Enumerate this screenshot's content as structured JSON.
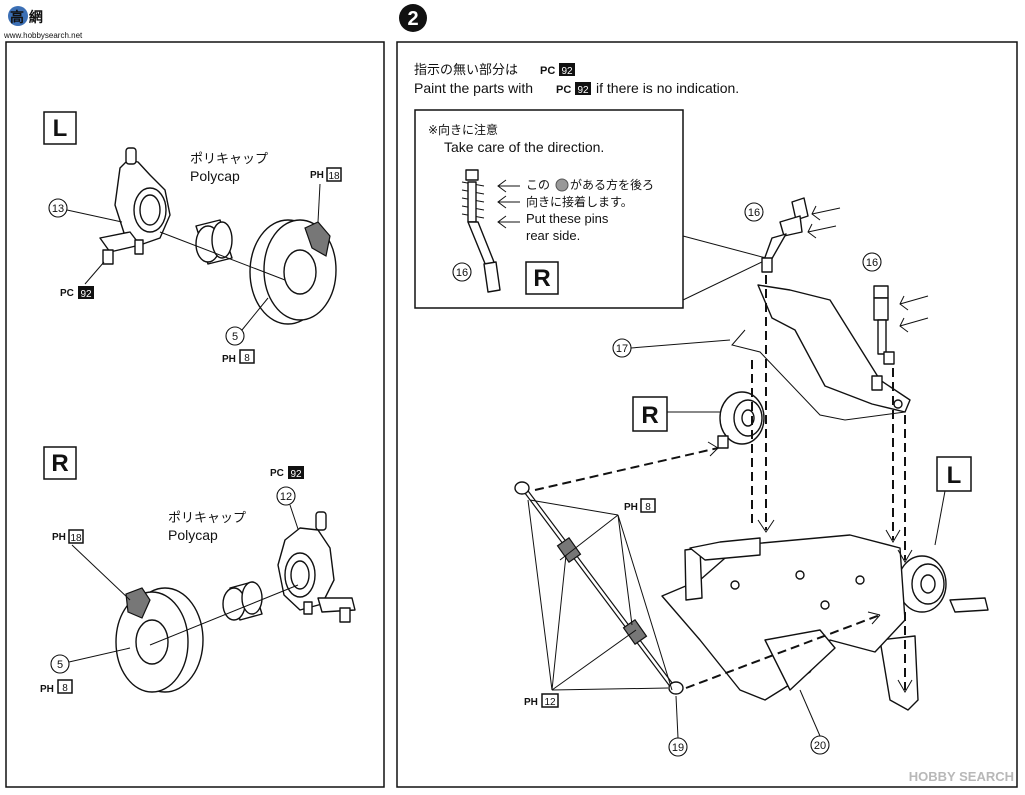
{
  "corner_logo": {
    "text": "高 網",
    "subtext": "www.hobbysearch.net"
  },
  "watermark": {
    "text": "HOBBY SEARCH"
  },
  "step": {
    "number": "2"
  },
  "left_panel": {
    "section_L": {
      "badge": "L",
      "polycap_jp": "ポリキャップ",
      "polycap_en": "Polycap",
      "part_13": "13",
      "part_5": "5",
      "paint_top_prefix": "PH",
      "paint_top_code": "18",
      "paint_knuckle_prefix": "PC",
      "paint_knuckle_code": "92",
      "paint_disc_prefix": "PH",
      "paint_disc_code": "8"
    },
    "section_R": {
      "badge": "R",
      "polycap_jp": "ポリキャップ",
      "polycap_en": "Polycap",
      "part_12": "12",
      "part_5": "5",
      "paint_knuckle_prefix": "PC",
      "paint_knuckle_code": "92",
      "paint_caliper_prefix": "PH",
      "paint_caliper_code": "18",
      "paint_disc_prefix": "PH",
      "paint_disc_code": "8"
    }
  },
  "right_panel": {
    "instruction_jp_before": "指示の無い部分は",
    "instruction_code_prefix": "PC",
    "instruction_code": "92",
    "instruction_en_before": "Paint the parts with",
    "instruction_en_after": "if there is no indication.",
    "inset": {
      "note_jp": "※向きに注意",
      "note_en": "Take care of the direction.",
      "pin_jp_1": "この",
      "pin_jp_1b": "がある方を後ろ",
      "pin_jp_2": "向きに接着します。",
      "pin_en_1": "Put these pins",
      "pin_en_2": "rear side.",
      "part_16": "16",
      "badge": "R"
    },
    "part_16_a": "16",
    "part_16_b": "16",
    "part_17": "17",
    "part_19": "19",
    "part_20": "20",
    "badge_R": "R",
    "badge_L": "L",
    "paint_top_prefix": "PH",
    "paint_top_code": "8",
    "paint_bottom_prefix": "PH",
    "paint_bottom_code": "12"
  }
}
